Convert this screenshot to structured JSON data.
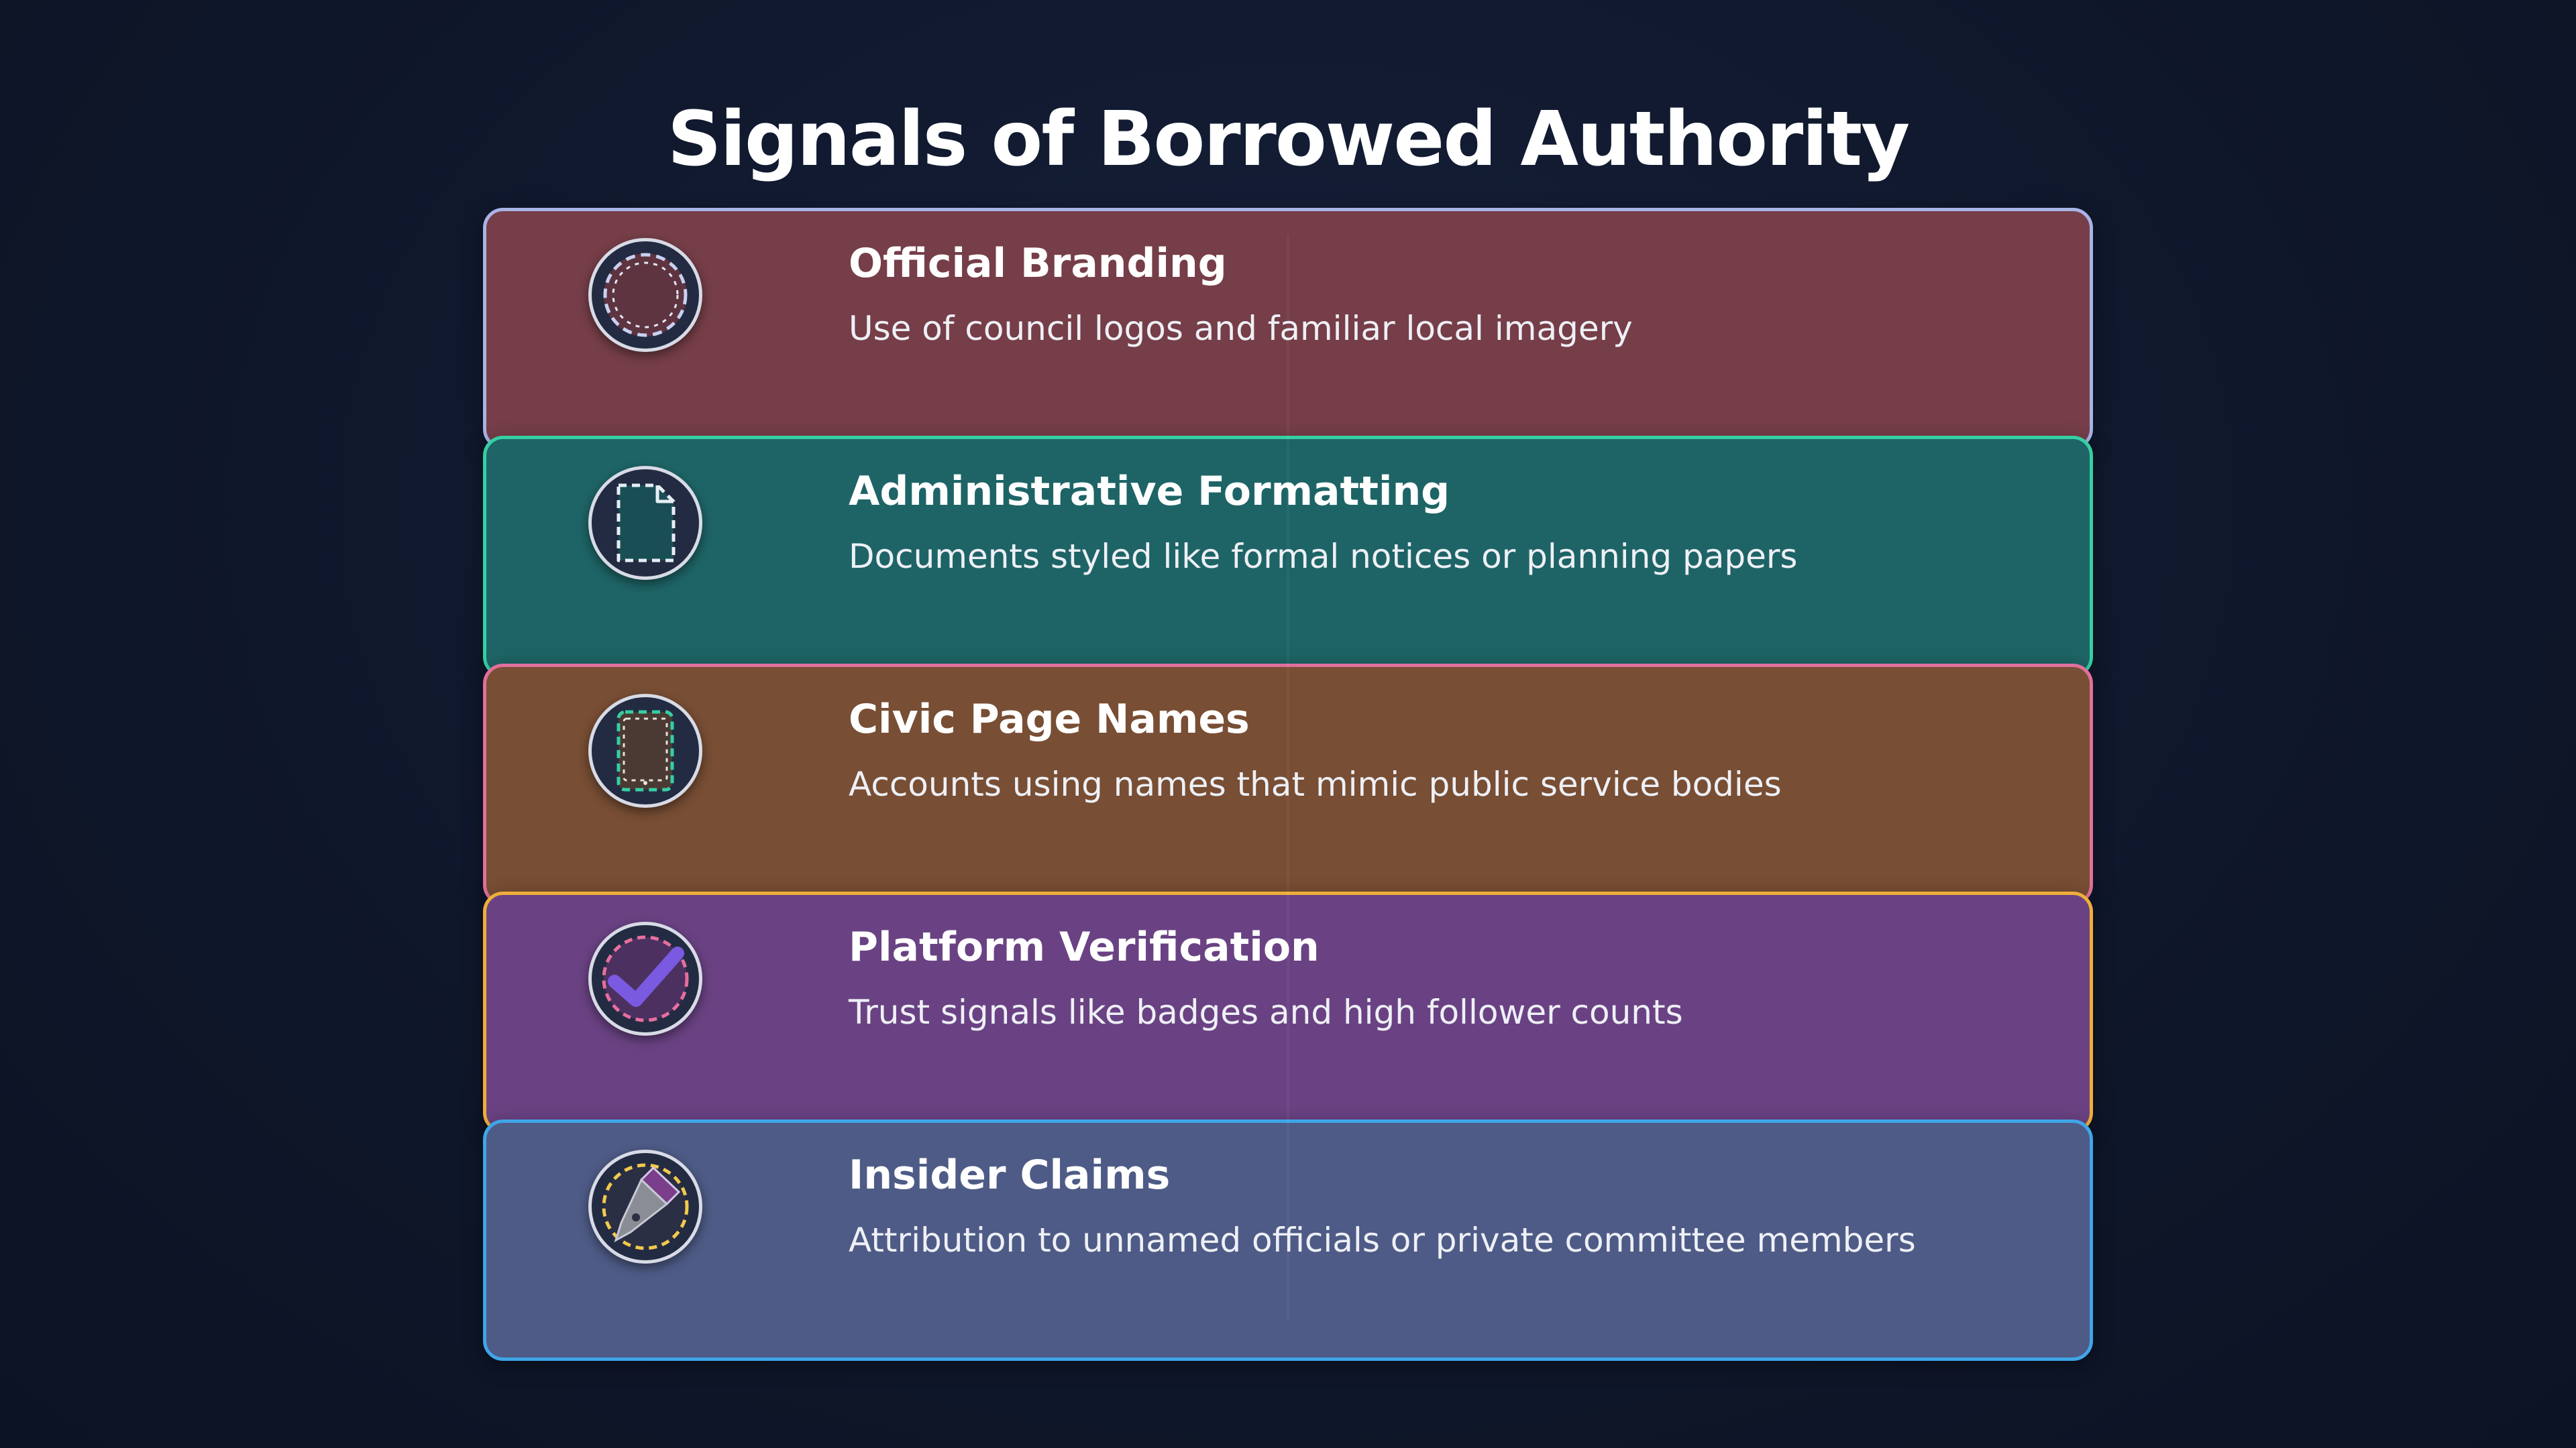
{
  "title": "Signals of Borrowed Authority",
  "items": [
    {
      "title": "Official Branding",
      "description": "Use of council logos and familiar local imagery",
      "icon": "seal-icon",
      "fill": "#763e48",
      "border": "#a9b4e6"
    },
    {
      "title": "Administrative Formatting",
      "description": "Documents styled like formal notices or planning papers",
      "icon": "document-icon",
      "fill": "#1e6466",
      "border": "#35cfa3"
    },
    {
      "title": "Civic Page Names",
      "description": "Accounts using names that mimic public service bodies",
      "icon": "tablet-icon",
      "fill": "#784e34",
      "border": "#e0709c"
    },
    {
      "title": "Platform Verification",
      "description": "Trust signals like badges and high follower counts",
      "icon": "checkmark-icon",
      "fill": "#6a4283",
      "border": "#f0ae3a"
    },
    {
      "title": "Insider Claims",
      "description": "Attribution to unnamed officials or private committee members",
      "icon": "quill-icon",
      "fill": "#4e5b86",
      "border": "#3fa6e8"
    }
  ]
}
